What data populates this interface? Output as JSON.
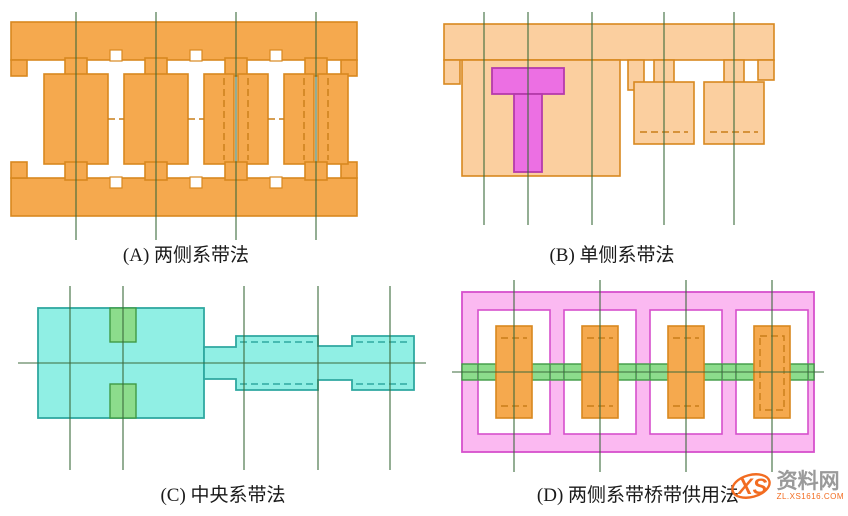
{
  "figures": [
    {
      "id": "A",
      "caption": "(A) 两侧系带法"
    },
    {
      "id": "B",
      "caption": "(B) 单侧系带法"
    },
    {
      "id": "C",
      "caption": "(C) 中央系带法"
    },
    {
      "id": "D",
      "caption": "(D) 两侧系带桥带供用法"
    }
  ],
  "watermark": {
    "logo_text": "XS",
    "site_name": "资料网",
    "site_url": "ZL.XS1616.COM"
  },
  "colors": {
    "white": "#FFFFFF",
    "orange_fill": "#F5A94E",
    "orange_stroke": "#D8881F",
    "peach_fill": "#FBCF9F",
    "magenta_fill": "#EC6FE3",
    "magenta_stroke": "#B53BAB",
    "cyan_fill": "#90EFE4",
    "cyan_stroke": "#2FA8A0",
    "green_fill": "#8CDC8C",
    "green_stroke": "#3F9A45",
    "pink_fill": "#FBB9F1",
    "pink_stroke": "#D650CC",
    "centerline": "#3C6B3C",
    "dash_orange": "#C97E18",
    "caption_color": "#1A1A1A",
    "watermark_orange": "#F26C21",
    "watermark_gray": "#9A9A9A"
  }
}
